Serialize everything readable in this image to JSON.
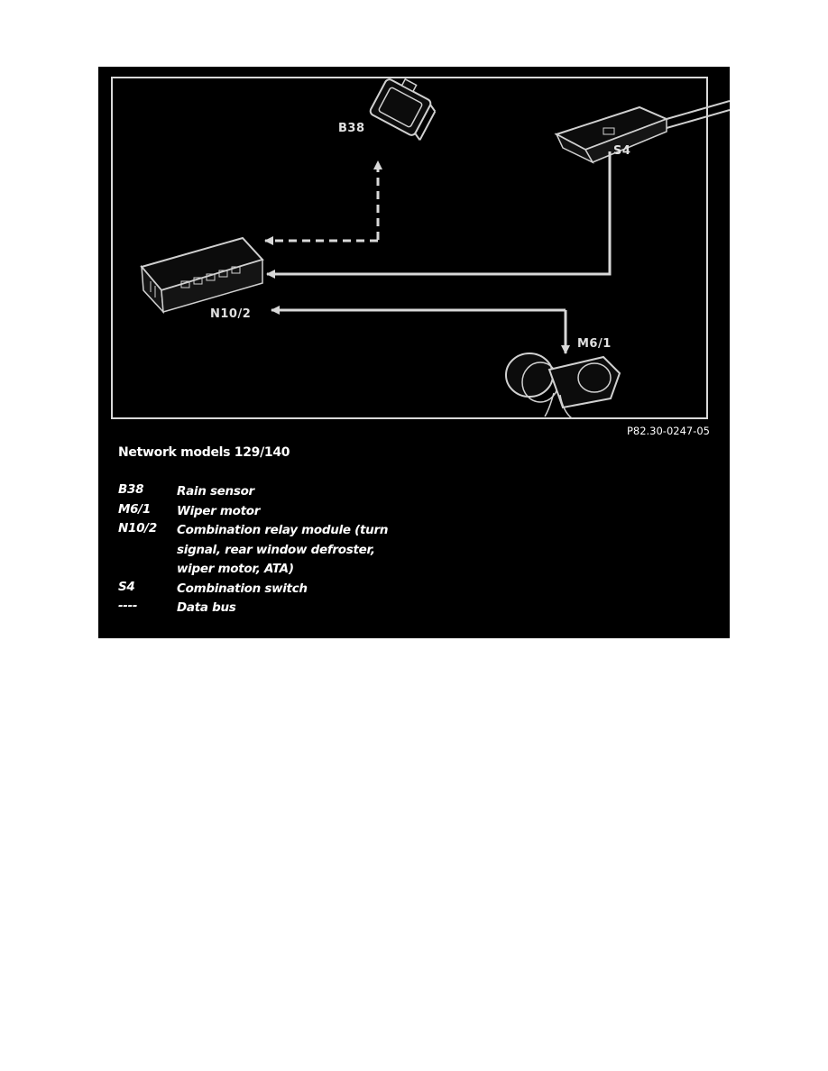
{
  "diagram": {
    "labels": {
      "rain_sensor": "B38",
      "combination_switch": "S4",
      "relay_module": "N10/2",
      "wiper_motor": "M6/1"
    },
    "colors": {
      "background": "#000000",
      "line": "#d8d8d8",
      "frame": "#d9d9d9",
      "text": "#ffffff"
    }
  },
  "figure_id": "P82.30-0247-05",
  "caption": "Network models 129/140",
  "legend": [
    {
      "code": "B38",
      "description": "Rain sensor"
    },
    {
      "code": "M6/1",
      "description": "Wiper motor"
    },
    {
      "code": "N10/2",
      "description": "Combination relay module (turn signal, rear window defroster, wiper motor, ATA)"
    },
    {
      "code": "S4",
      "description": "Combination switch"
    },
    {
      "code": "----",
      "description": "Data bus"
    }
  ]
}
